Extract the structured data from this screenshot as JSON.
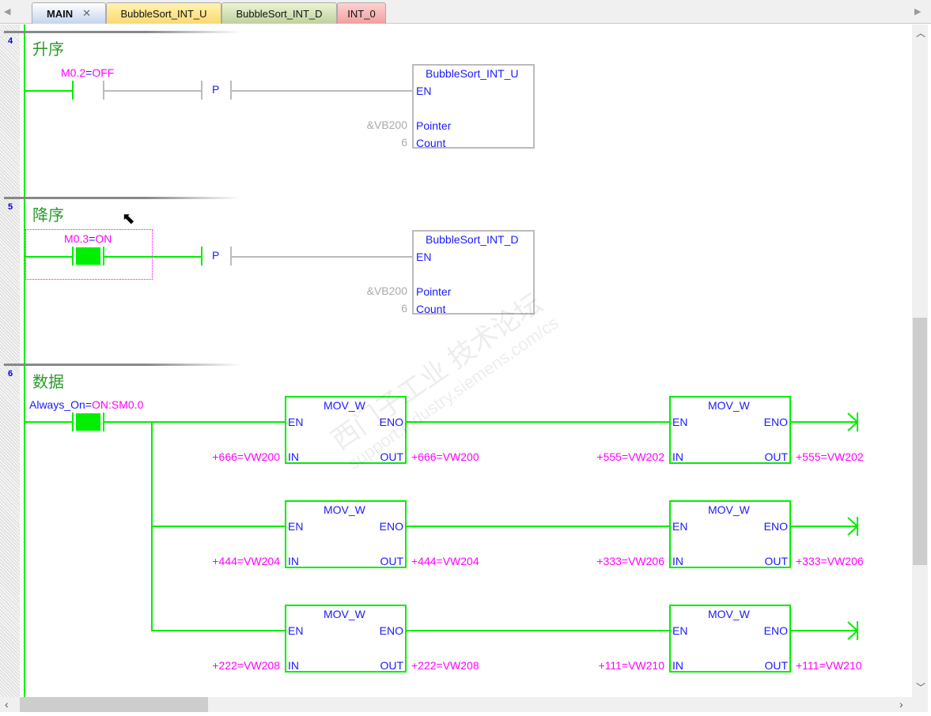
{
  "tabs": [
    {
      "label": "MAIN",
      "active": true
    },
    {
      "label": "BubbleSort_INT_U",
      "color": "#fbd872"
    },
    {
      "label": "BubbleSort_INT_D",
      "color": "#c9d8a8"
    },
    {
      "label": "INT_0",
      "color": "#f0a0a0"
    }
  ],
  "networks": [
    {
      "number": "4",
      "title": "升序",
      "contact": {
        "name": "M0.2",
        "eq": "=",
        "state": "OFF"
      },
      "edge": "P",
      "block": {
        "name": "BubbleSort_INT_U",
        "en": "EN",
        "pointer_label": "Pointer",
        "pointer_value": "&VB200",
        "count_label": "Count",
        "count_value": "6"
      }
    },
    {
      "number": "5",
      "title": "降序",
      "contact": {
        "name": "M0.3",
        "eq": "=",
        "state": "ON"
      },
      "edge": "P",
      "block": {
        "name": "BubbleSort_INT_D",
        "en": "EN",
        "pointer_label": "Pointer",
        "pointer_value": "&VB200",
        "count_label": "Count",
        "count_value": "6"
      }
    },
    {
      "number": "6",
      "title": "数据",
      "contact": {
        "name": "Always_On",
        "eq": "=",
        "state": "ON:SM0.0"
      }
    }
  ],
  "mov_rows": [
    [
      {
        "in": "+666=VW200",
        "out": "+666=VW200"
      },
      {
        "in": "+555=VW202",
        "out": "+555=VW202"
      }
    ],
    [
      {
        "in": "+444=VW204",
        "out": "+444=VW204"
      },
      {
        "in": "+333=VW206",
        "out": "+333=VW206"
      }
    ],
    [
      {
        "in": "+222=VW208",
        "out": "+222=VW208"
      },
      {
        "in": "+111=VW210",
        "out": "+111=VW210"
      }
    ]
  ],
  "mov": {
    "name": "MOV_W",
    "en": "EN",
    "eno": "ENO",
    "in": "IN",
    "out": "OUT"
  },
  "watermark": {
    "cn": "西门子工业 技术论坛",
    "url": "support.industry.siemens.com/cs"
  }
}
